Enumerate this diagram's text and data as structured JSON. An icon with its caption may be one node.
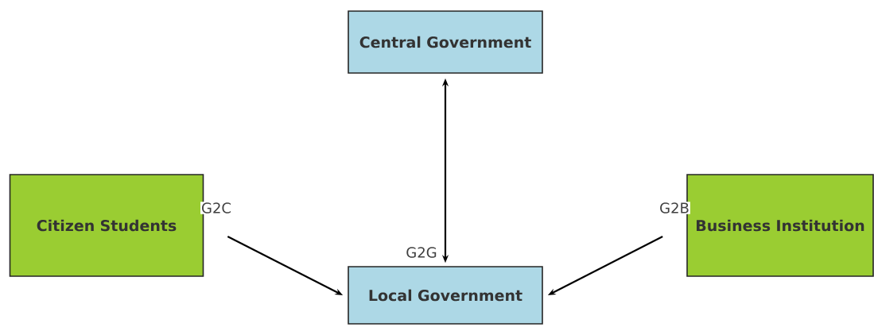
{
  "diagram": {
    "nodes": [
      {
        "text": [
          "Central Government"
        ]
      },
      {
        "text": [
          "Citizen Students"
        ]
      },
      {
        "text": [
          "Local Government"
        ]
      },
      {
        "text": [
          "Business Institution"
        ]
      }
    ],
    "edges": [
      {
        "from": 0,
        "to": 2,
        "arrow": "both",
        "label": "G2G"
      },
      {
        "from": 1,
        "to": 2,
        "arrow": "to",
        "label": "G2C"
      },
      {
        "from": 3,
        "to": 2,
        "arrow": "to",
        "label": "G2B"
      }
    ]
  }
}
